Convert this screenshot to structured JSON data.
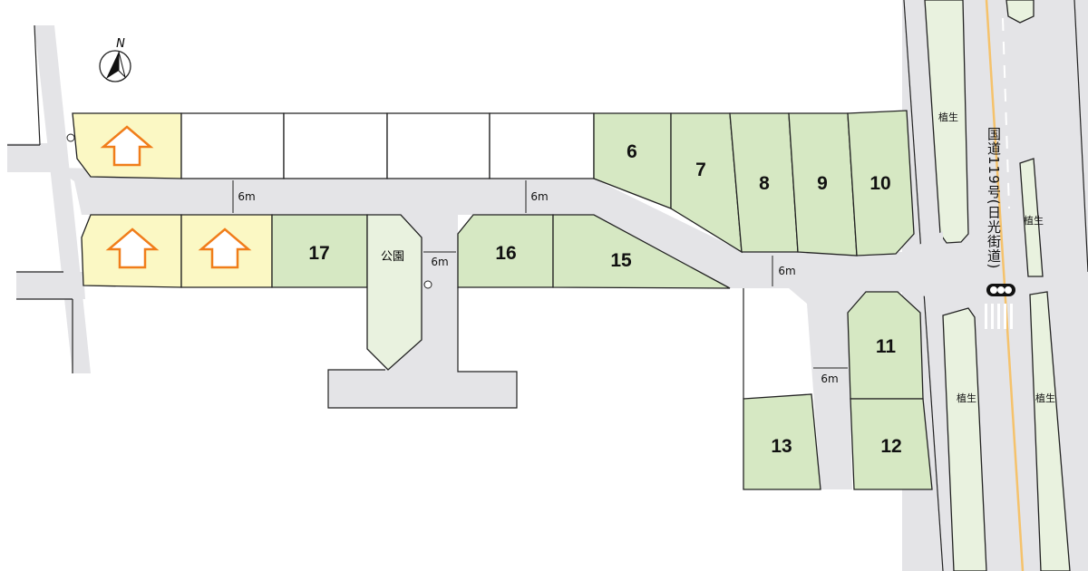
{
  "compass": {
    "label": "N"
  },
  "lots": [
    {
      "id": "6",
      "label": "6",
      "status": "available"
    },
    {
      "id": "7",
      "label": "7",
      "status": "available"
    },
    {
      "id": "8",
      "label": "8",
      "status": "available"
    },
    {
      "id": "9",
      "label": "9",
      "status": "available"
    },
    {
      "id": "10",
      "label": "10",
      "status": "available"
    },
    {
      "id": "11",
      "label": "11",
      "status": "available"
    },
    {
      "id": "12",
      "label": "12",
      "status": "available"
    },
    {
      "id": "13",
      "label": "13",
      "status": "available"
    },
    {
      "id": "15",
      "label": "15",
      "status": "available"
    },
    {
      "id": "16",
      "label": "16",
      "status": "available"
    },
    {
      "id": "17",
      "label": "17",
      "status": "available"
    }
  ],
  "park": {
    "label": "公園"
  },
  "road_widths": [
    "6m",
    "6m",
    "6m",
    "6m",
    "6m"
  ],
  "vegetation": [
    "植生",
    "植生",
    "植生",
    "植生"
  ],
  "highway": {
    "name": "国道119号(日光街道)"
  },
  "colors": {
    "available": "#d6e8c3",
    "built": "#fbf8c4",
    "house_arrow": "#f07d1a",
    "road": "#e4e4e7",
    "center_line": "#f5c26b"
  }
}
